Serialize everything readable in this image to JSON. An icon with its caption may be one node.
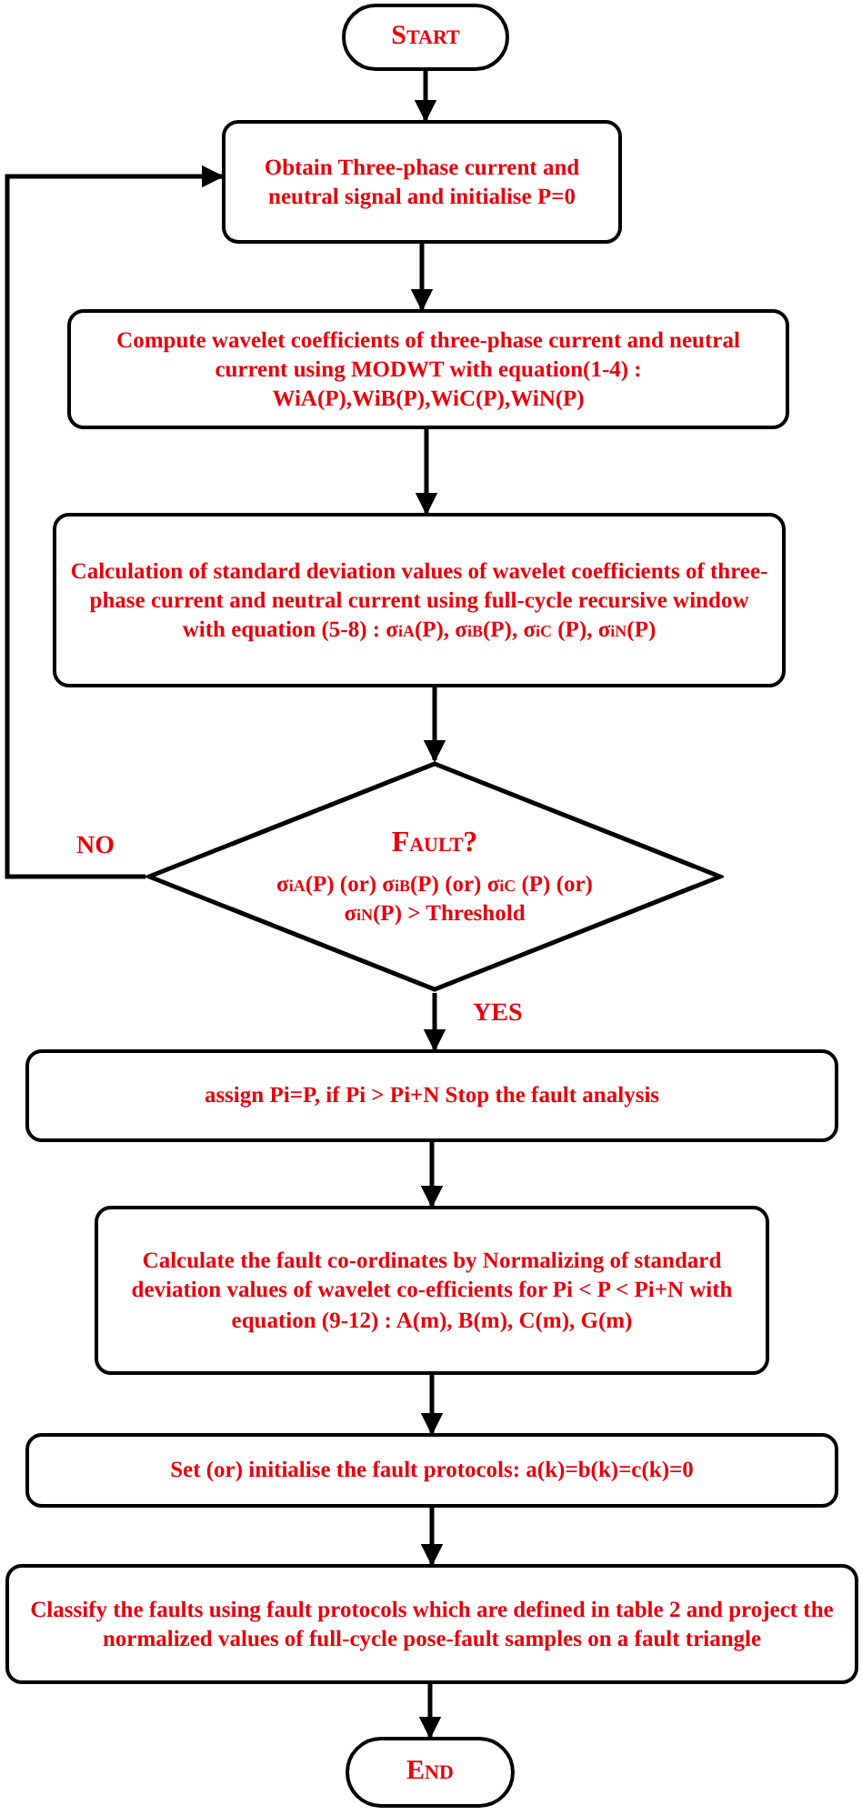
{
  "diagram": {
    "nodes": [
      {
        "text": [
          "Start"
        ]
      },
      {
        "text": [
          "Obtain Three-phase current and neutral signal and initialise P=0"
        ]
      },
      {
        "text": [
          "Compute wavelet coefficients of three-phase current and neutral current using MODWT with equation(1-4) : WiA(P),WiB(P),WiC(P),WiN(P)"
        ]
      },
      {
        "text": [
          "Calculation of standard deviation values of wavelet coefficients of three-phase current and neutral current using full-cycle recursive window with equation (5-8) : σ$_{iA}$(P), σ$_{iB}$(P), σ$_{iC}$ (P), σ$_{iN}$(P)"
        ]
      },
      {
        "text": [
          "Fault?",
          "σ$_{iA}$(P) (or) σ$_{iB}$(P) (or) σ$_{iC}$ (P) (or) σ$_{iN}$(P) > Threshold"
        ]
      },
      {
        "text": [
          "assign Pi=P, if Pi > Pi+N Stop the fault analysis"
        ]
      },
      {
        "text": [
          "Calculate the fault co-ordinates by Normalizing of standard deviation values of wavelet co-efficients for Pi < P < Pi+N with equation (9-12) : A(m), B(m), C(m), G(m)"
        ]
      },
      {
        "text": [
          "Set (or) initialise the fault protocols: a(k)=b(k)=c(k)=0"
        ]
      },
      {
        "text": [
          "Classify the faults using fault protocols which are defined in table 2 and project the normalized values of full-cycle pose-fault samples on a fault triangle"
        ]
      },
      {
        "text": [
          "End"
        ]
      }
    ],
    "edges": [
      {
        "from": 0,
        "to": 1,
        "arrow": "to"
      },
      {
        "from": 1,
        "to": 2,
        "arrow": "to"
      },
      {
        "from": 2,
        "to": 3,
        "arrow": "to"
      },
      {
        "from": 3,
        "to": 4,
        "arrow": "to"
      },
      {
        "from": 4,
        "to": 1,
        "arrow": "to",
        "label": "NO"
      },
      {
        "from": 4,
        "to": 5,
        "arrow": "to",
        "label": "YES"
      },
      {
        "from": 5,
        "to": 6,
        "arrow": "to"
      },
      {
        "from": 6,
        "to": 7,
        "arrow": "to"
      },
      {
        "from": 7,
        "to": 8,
        "arrow": "to"
      },
      {
        "from": 8,
        "to": 9,
        "arrow": "to"
      }
    ]
  }
}
